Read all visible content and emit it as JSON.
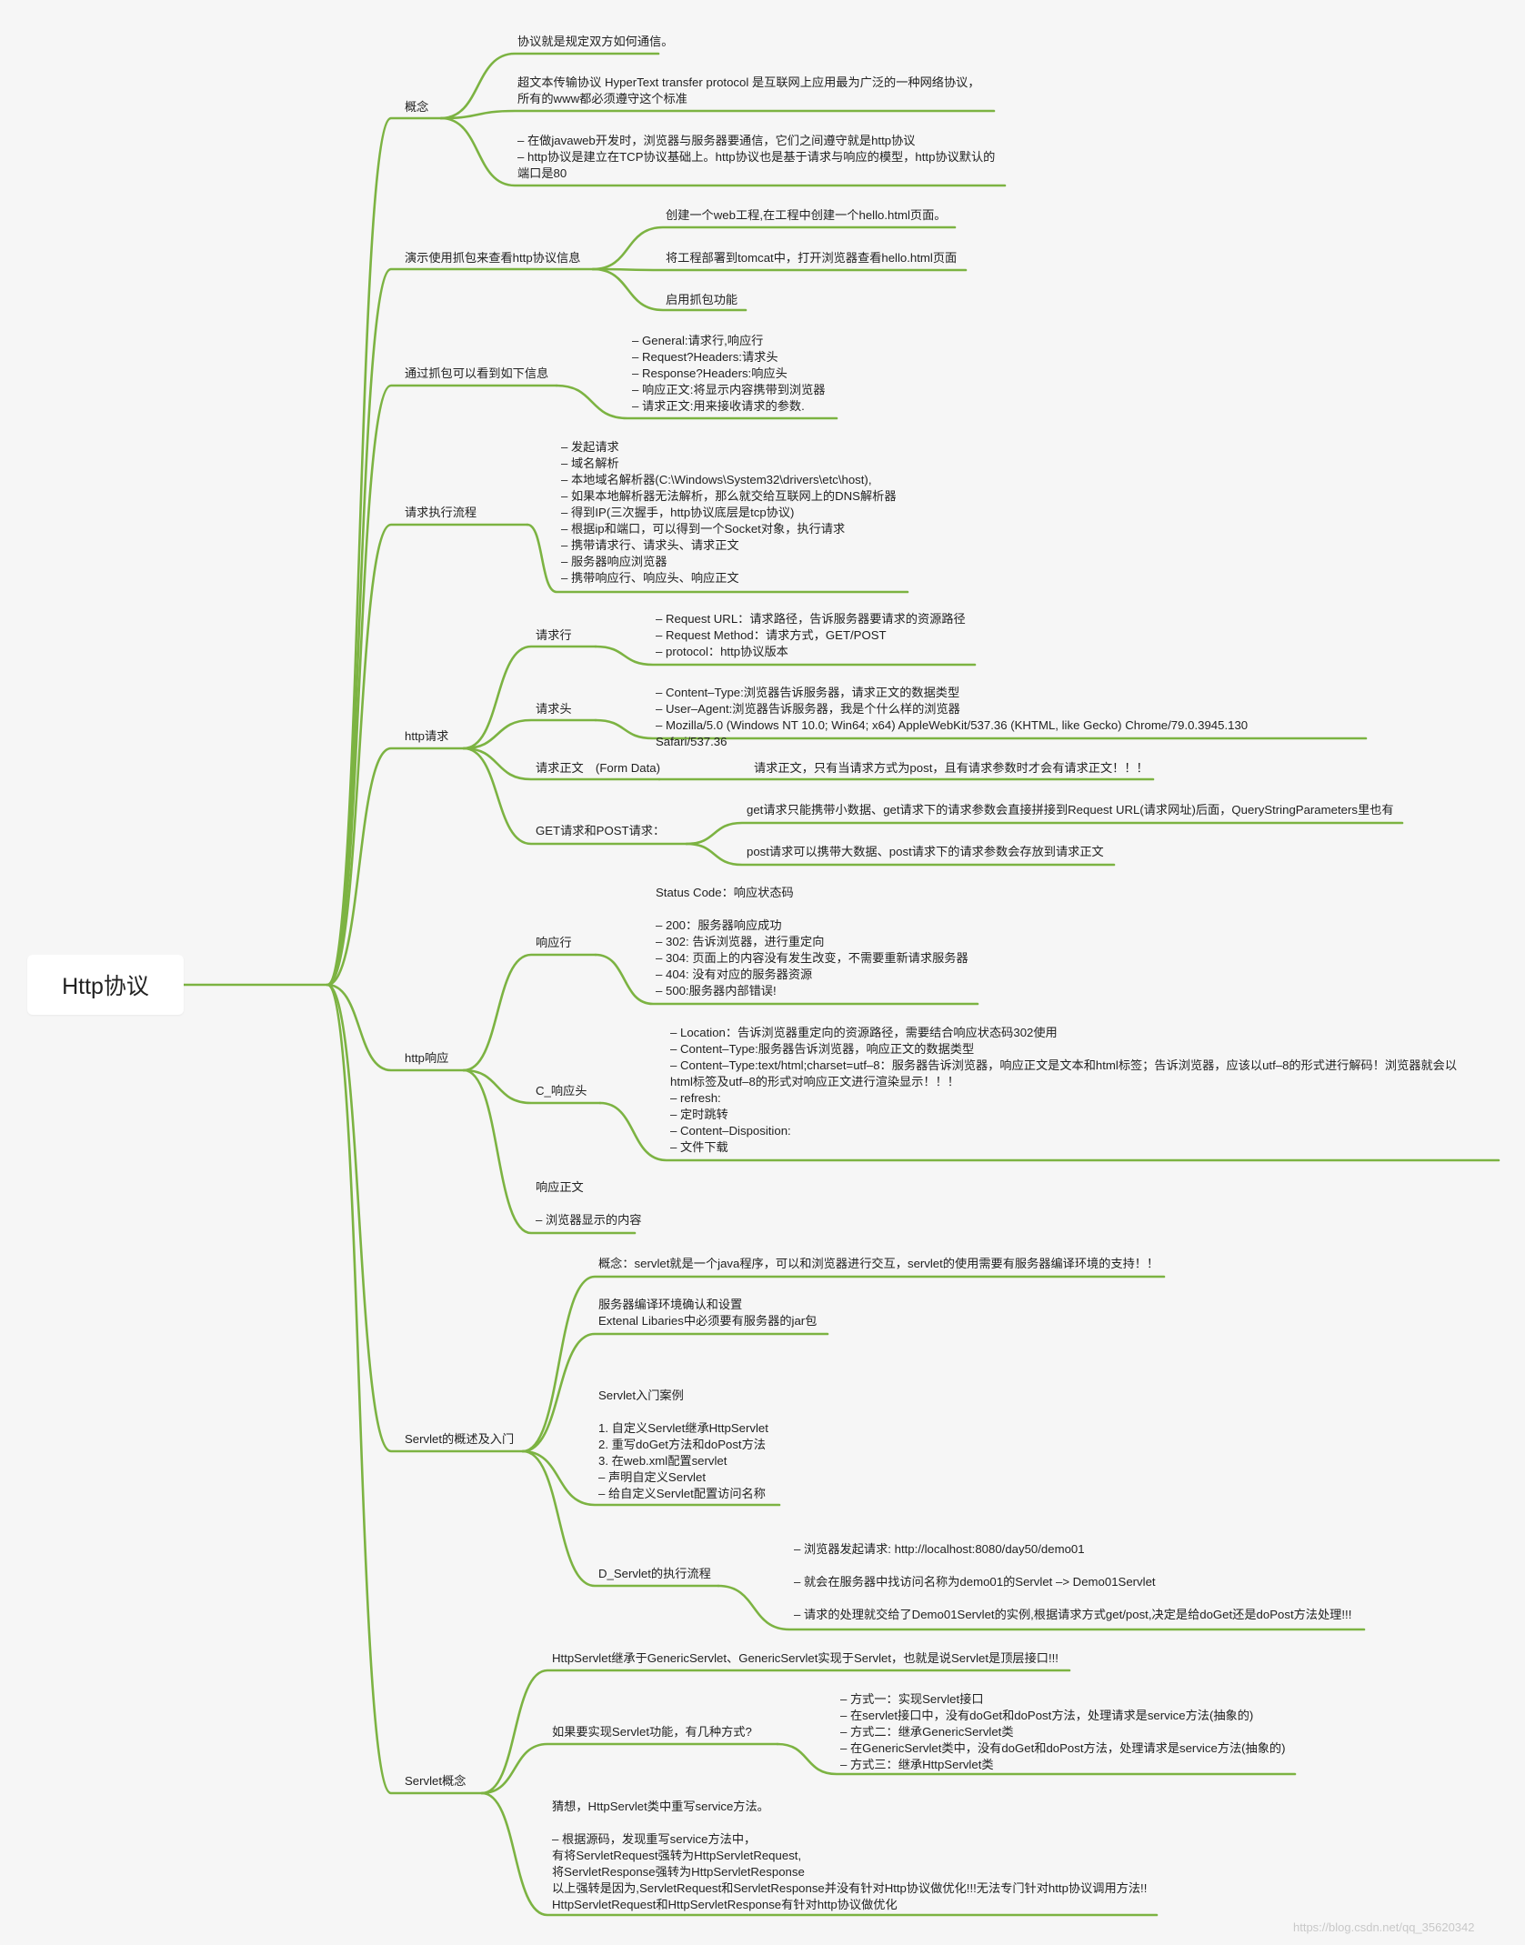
{
  "root": {
    "title": "Http协议"
  },
  "branches": [
    {
      "label": "概念",
      "children": [
        {
          "text": "协议就是规定双方如何通信。"
        },
        {
          "text": "超文本传输协议 HyperText transfer protocol 是互联网上应用最为广泛的一种网络协议，\n所有的www都必须遵守这个标准"
        },
        {
          "text": "– 在做javaweb开发时，浏览器与服务器要通信，它们之间遵守就是http协议\n– http协议是建立在TCP协议基础上。http协议也是基于请求与响应的模型，http协议默认的\n端口是80"
        }
      ]
    },
    {
      "label": "演示使用抓包来查看http协议信息",
      "children": [
        {
          "text": "创建一个web工程,在工程中创建一个hello.html页面。"
        },
        {
          "text": "将工程部署到tomcat中，打开浏览器查看hello.html页面"
        },
        {
          "text": "启用抓包功能"
        }
      ]
    },
    {
      "label": "通过抓包可以看到如下信息",
      "children": [
        {
          "text": "– General:请求行,响应行\n– Request?Headers:请求头\n– Response?Headers:响应头\n– 响应正文:将显示内容携带到浏览器\n– 请求正文:用来接收请求的参数."
        }
      ]
    },
    {
      "label": "请求执行流程",
      "children": [
        {
          "text": "– 发起请求\n– 域名解析\n– 本地域名解析器(C:\\Windows\\System32\\drivers\\etc\\host),\n– 如果本地解析器无法解析，那么就交给互联网上的DNS解析器\n– 得到IP(三次握手，http协议底层是tcp协议)\n– 根据ip和端口，可以得到一个Socket对象，执行请求\n– 携带请求行、请求头、请求正文\n– 服务器响应浏览器\n– 携带响应行、响应头、响应正文"
        }
      ]
    },
    {
      "label": "http请求",
      "children": [
        {
          "label": "请求行",
          "text": "– Request URL：请求路径，告诉服务器要请求的资源路径\n– Request Method：请求方式，GET/POST\n– protocol：http协议版本"
        },
        {
          "label": "请求头",
          "text": "– Content–Type:浏览器告诉服务器，请求正文的数据类型\n– User–Agent:浏览器告诉服务器，我是个什么样的浏览器\n– Mozilla/5.0 (Windows NT 10.0; Win64; x64) AppleWebKit/537.36 (KHTML, like Gecko) Chrome/79.0.3945.130\nSafari/537.36"
        },
        {
          "label": "请求正文　(Form Data)",
          "text": "请求正文，只有当请求方式为post，且有请求参数时才会有请求正文！！！"
        },
        {
          "label": "GET请求和POST请求：",
          "texts": [
            "get请求只能携带小数据、get请求下的请求参数会直接拼接到Request URL(请求网址)后面，QueryStringParameters里也有",
            "post请求可以携带大数据、post请求下的请求参数会存放到请求正文"
          ]
        }
      ]
    },
    {
      "label": "http响应",
      "children": [
        {
          "label": "响应行",
          "text": "Status Code：响应状态码\n\n– 200：服务器响应成功\n– 302: 告诉浏览器，进行重定向\n– 304: 页面上的内容没有发生改变，不需要重新请求服务器\n– 404: 没有对应的服务器资源\n– 500:服务器内部错误!"
        },
        {
          "label": "C_响应头",
          "text": "– Location：告诉浏览器重定向的资源路径，需要结合响应状态码302使用\n– Content–Type:服务器告诉浏览器，响应正文的数据类型\n– Content–Type:text/html;charset=utf–8：服务器告诉浏览器，响应正文是文本和html标签；告诉浏览器，应该以utf–8的形式进行解码！浏览器就会以\nhtml标签及utf–8的形式对响应正文进行渲染显示！！！\n– refresh:\n– 定时跳转\n– Content–Disposition:\n– 文件下载"
        },
        {
          "label": "响应正文\n\n– 浏览器显示的内容"
        }
      ]
    },
    {
      "label": "Servlet的概述及入门",
      "children": [
        {
          "text": "概念：servlet就是一个java程序，可以和浏览器进行交互，servlet的使用需要有服务器编译环境的支持！！"
        },
        {
          "text": "服务器编译环境确认和设置\nExtenal Libaries中必须要有服务器的jar包"
        },
        {
          "text": "Servlet入门案例\n\n1. 自定义Servlet继承HttpServlet\n2. 重写doGet方法和doPost方法\n3. 在web.xml配置servlet\n– 声明自定义Servlet\n– 给自定义Servlet配置访问名称"
        },
        {
          "label": "D_Servlet的执行流程",
          "text": "– 浏览器发起请求: http://localhost:8080/day50/demo01\n\n– 就会在服务器中找访问名称为demo01的Servlet –> Demo01Servlet\n\n– 请求的处理就交给了Demo01Servlet的实例,根据请求方式get/post,决定是给doGet还是doPost方法处理!!!"
        }
      ]
    },
    {
      "label": "Servlet概念",
      "children": [
        {
          "text": "HttpServlet继承于GenericServlet、GenericServlet实现于Servlet，也就是说Servlet是顶层接口!!!"
        },
        {
          "label": "如果要实现Servlet功能，有几种方式?",
          "text": "– 方式一：实现Servlet接口\n– 在servlet接口中，没有doGet和doPost方法，处理请求是service方法(抽象的)\n– 方式二：继承GenericServlet类\n– 在GenericServlet类中，没有doGet和doPost方法，处理请求是service方法(抽象的)\n– 方式三：继承HttpServlet类"
        },
        {
          "text": "猜想，HttpServlet类中重写service方法。\n\n– 根据源码，发现重写service方法中，\n有将ServletRequest强转为HttpServletRequest,\n将ServletResponse强转为HttpServletResponse\n以上强转是因为,ServletRequest和ServletResponse并没有针对Http协议做优化!!!无法专门针对http协议调用方法!!\nHttpServletRequest和HttpServletResponse有针对http协议做优化"
        }
      ]
    }
  ],
  "watermark": "https://blog.csdn.net/qq_35620342",
  "colors": {
    "line": "#7cb342",
    "background": "#f6f6f6",
    "root_box": "#ffffff"
  }
}
